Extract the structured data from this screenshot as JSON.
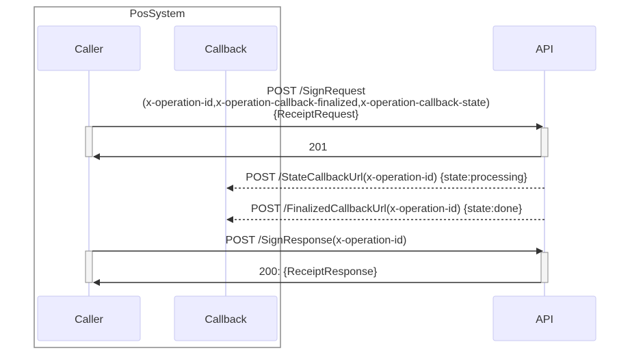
{
  "group": {
    "label": "PosSystem"
  },
  "participants": [
    {
      "id": "caller",
      "label": "Caller"
    },
    {
      "id": "callback",
      "label": "Callback"
    },
    {
      "id": "api",
      "label": "API"
    }
  ],
  "messages": [
    {
      "lines": [
        "POST /SignRequest",
        "(x-operation-id,x-operation-callback-finalized,x-operation-callback-state)",
        "{ReceiptRequest}"
      ],
      "from": "caller",
      "to": "api",
      "style": "solid"
    },
    {
      "lines": [
        "201"
      ],
      "from": "api",
      "to": "caller",
      "style": "solid"
    },
    {
      "lines": [
        "POST /StateCallbackUrl(x-operation-id) {state:processing}"
      ],
      "from": "api",
      "to": "callback",
      "style": "dotted"
    },
    {
      "lines": [
        "POST /FinalizedCallbackUrl(x-operation-id) {state:done}"
      ],
      "from": "api",
      "to": "callback",
      "style": "dotted"
    },
    {
      "lines": [
        "POST /SignResponse(x-operation-id)"
      ],
      "from": "caller",
      "to": "api",
      "style": "solid"
    },
    {
      "lines": [
        "200: {ReceiptResponse}"
      ],
      "from": "api",
      "to": "caller",
      "style": "solid"
    }
  ],
  "colors": {
    "actor_fill": "#ececff",
    "actor_stroke": "#c9c9f2",
    "line": "#333333",
    "group_stroke": "#8a8a8a"
  }
}
